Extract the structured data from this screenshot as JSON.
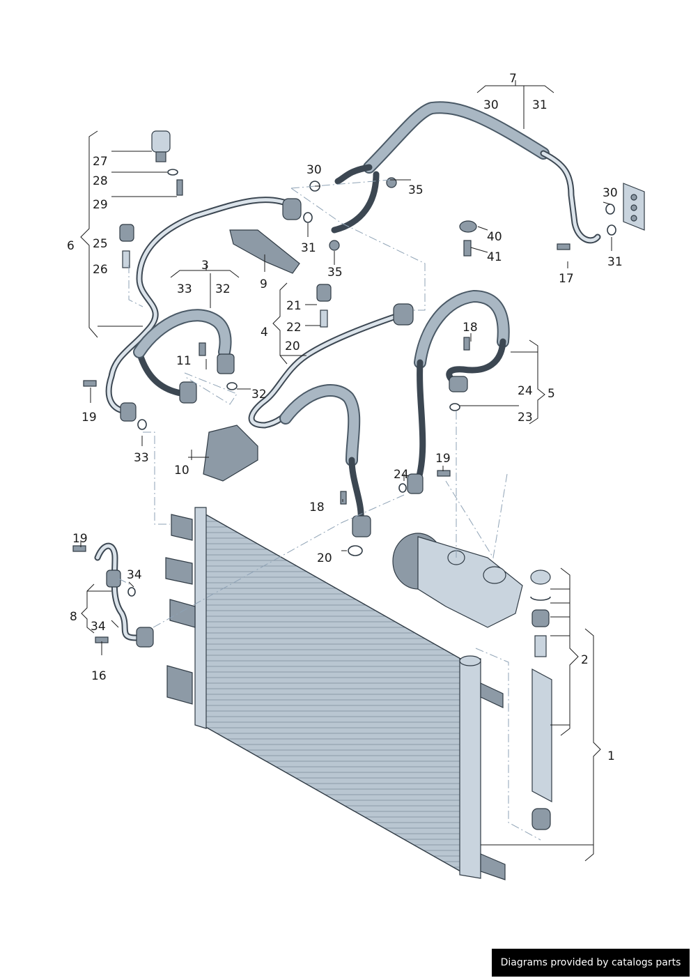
{
  "labels": {
    "l1": "1",
    "l2": "2",
    "l3": "3",
    "l4": "4",
    "l5": "5",
    "l6": "6",
    "l7": "7",
    "l8": "8",
    "l9": "9",
    "l10": "10",
    "l11": "11",
    "l16": "16",
    "l17": "17",
    "l18a": "18",
    "l18b": "18",
    "l19a": "19",
    "l19b": "19",
    "l19c": "19",
    "l20a": "20",
    "l20b": "20",
    "l21": "21",
    "l22": "22",
    "l23": "23",
    "l24a": "24",
    "l24b": "24",
    "l25": "25",
    "l26": "26",
    "l27": "27",
    "l28": "28",
    "l29": "29",
    "l30a": "30",
    "l30b": "30",
    "l30c": "30",
    "l31a": "31",
    "l31b": "31",
    "l31c": "31",
    "l32a": "32",
    "l32b": "32",
    "l33a": "33",
    "l33b": "33",
    "l34a": "34",
    "l34b": "34",
    "l35a": "35",
    "l35b": "35",
    "l40": "40",
    "l41": "41"
  },
  "footer": {
    "text": "Diagrams provided by catalogs parts"
  }
}
